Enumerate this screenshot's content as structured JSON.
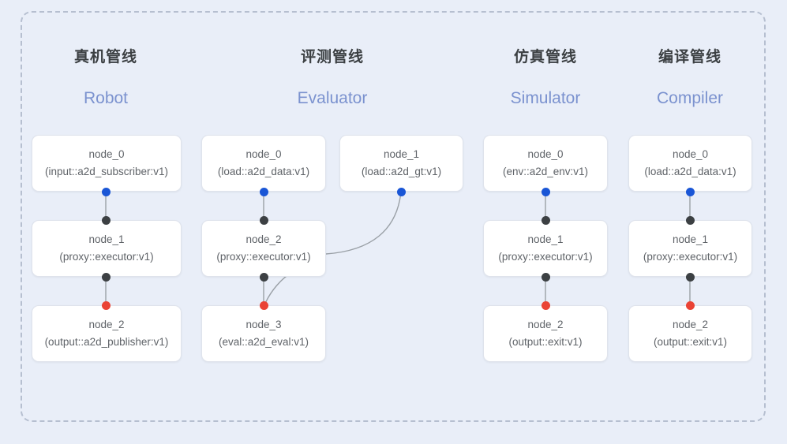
{
  "diagram": {
    "title_zh_columns": [
      "真机管线",
      "评测管线",
      "仿真管线",
      "编译管线"
    ],
    "colors": {
      "background": "#e9eef8",
      "panel_border": "#b6bfd0",
      "card_background": "#ffffff",
      "card_border": "#dfe3ec",
      "header_zh": "#3c4043",
      "header_en": "#7b92cf",
      "node_text": "#5f6368",
      "port_blue": "#1a56d6",
      "port_black": "#3c4043",
      "port_red": "#ea4335",
      "edge_line": "#9aa0a6"
    }
  },
  "columns": [
    {
      "id": "robot",
      "header_zh": "真机管线",
      "header_en": "Robot",
      "nodes": [
        {
          "name": "node_0",
          "type": "(input::a2d_subscriber:v1)",
          "out_port": "blue"
        },
        {
          "name": "node_1",
          "type": "(proxy::executor:v1)",
          "in_port": "black",
          "out_port": "black"
        },
        {
          "name": "node_2",
          "type": "(output::a2d_publisher:v1)",
          "in_port": "red"
        }
      ]
    },
    {
      "id": "evaluator",
      "header_zh": "评测管线",
      "header_en": "Evaluator",
      "nodes": [
        {
          "name": "node_0",
          "type": "(load::a2d_data:v1)",
          "out_port": "blue"
        },
        {
          "name": "node_1",
          "type": "(load::a2d_gt:v1)",
          "out_port": "blue"
        },
        {
          "name": "node_2",
          "type": "(proxy::executor:v1)",
          "in_port": "black",
          "out_port": "black"
        },
        {
          "name": "node_3",
          "type": "(eval::a2d_eval:v1)",
          "in_port": "red"
        }
      ]
    },
    {
      "id": "simulator",
      "header_zh": "仿真管线",
      "header_en": "Simulator",
      "nodes": [
        {
          "name": "node_0",
          "type": "(env::a2d_env:v1)",
          "out_port": "blue"
        },
        {
          "name": "node_1",
          "type": "(proxy::executor:v1)",
          "in_port": "black",
          "out_port": "black"
        },
        {
          "name": "node_2",
          "type": "(output::exit:v1)",
          "in_port": "red"
        }
      ]
    },
    {
      "id": "compiler",
      "header_zh": "编译管线",
      "header_en": "Compiler",
      "nodes": [
        {
          "name": "node_0",
          "type": "(load::a2d_data:v1)",
          "out_port": "blue"
        },
        {
          "name": "node_1",
          "type": "(proxy::executor:v1)",
          "in_port": "black",
          "out_port": "black"
        },
        {
          "name": "node_2",
          "type": "(output::exit:v1)",
          "in_port": "red"
        }
      ]
    }
  ]
}
